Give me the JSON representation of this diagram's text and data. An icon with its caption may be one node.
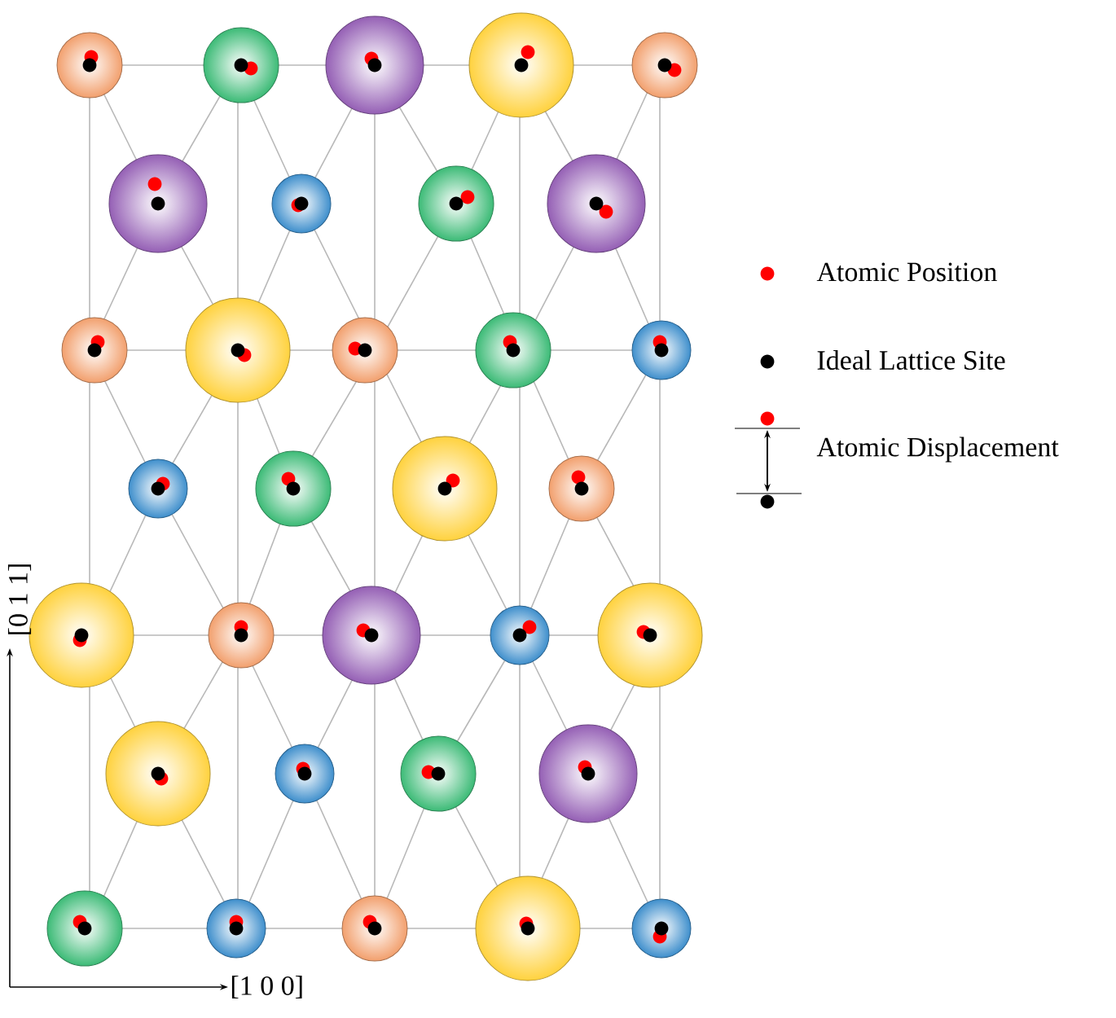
{
  "diagram": {
    "labels": [
      "[0 1 1]",
      "[1 0 0]"
    ],
    "legend": [
      {
        "text": "Atomic Position",
        "color": "#ff0000"
      },
      {
        "text": "Ideal Lattice Site",
        "color": "#000000"
      },
      {
        "text": "Atomic Displacement"
      }
    ]
  }
}
